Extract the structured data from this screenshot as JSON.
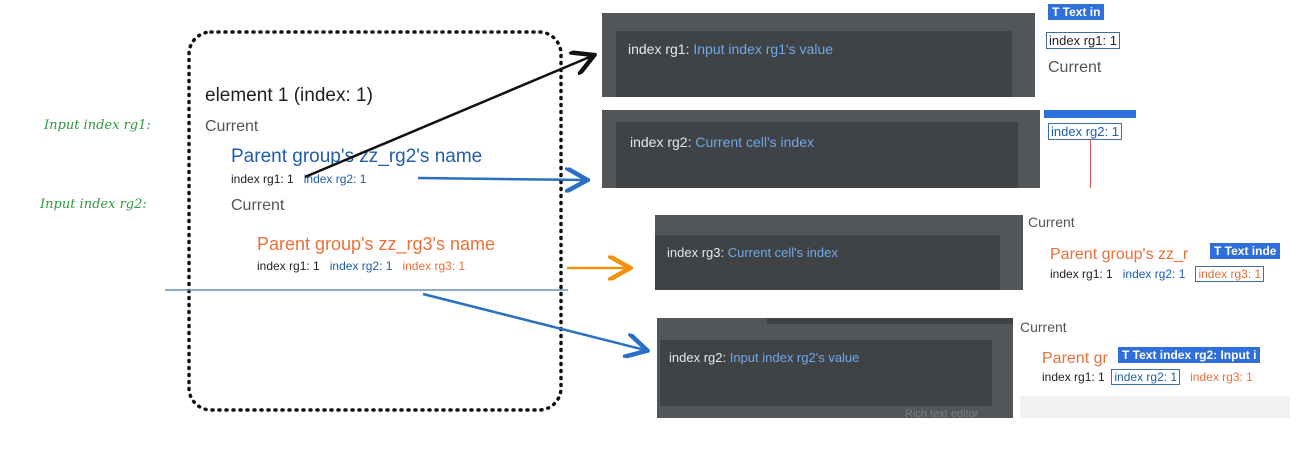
{
  "left": {
    "element_title": "element 1 (index: 1)",
    "hand_label_rg1": "Input index rg1:",
    "hand_label_rg2": "Input index rg2:",
    "current1": "Current",
    "rg2_name": "Parent group's zz_rg2's name",
    "idx_rg1_a": "index rg1: 1",
    "idx_rg2_a": "index rg2: 1",
    "current2": "Current",
    "rg3_name": "Parent group's zz_rg3's name",
    "idx_rg1_b": "index rg1: 1",
    "idx_rg2_b": "index rg2: 1",
    "idx_rg3_b": "index rg3: 1"
  },
  "panels": [
    {
      "label": "index rg1:",
      "value": "Input index rg1's value"
    },
    {
      "label": "index rg2:",
      "value": "Current cell's index"
    },
    {
      "label": "index rg3:",
      "value": "Current cell's index"
    },
    {
      "label": "index rg2:",
      "value": "Input index rg2's value",
      "footer": "Rich text editor"
    }
  ],
  "previews": {
    "p1": {
      "tag": "T  Text in",
      "boxed": "index rg1: 1",
      "current": "Current"
    },
    "p2": {
      "boxed": "index rg2: 1"
    },
    "p3": {
      "current": "Current",
      "name": "Parent group's zz_r",
      "tag": "T  Text inde",
      "idx1": "index rg1: 1",
      "idx2": "index rg2: 1",
      "idx3": "index rg3: 1"
    },
    "p4": {
      "current": "Current",
      "name": "Parent gr",
      "tag": "T  Text index rg2: Input i",
      "idx1": "index rg1: 1",
      "idx2": "index rg2: 1",
      "idx3": "index rg3: 1"
    }
  },
  "colors": {
    "handwriting": "#2e9a3c",
    "blue": "#1f5ea8",
    "orange": "#e8703a",
    "panel": "#525659"
  }
}
